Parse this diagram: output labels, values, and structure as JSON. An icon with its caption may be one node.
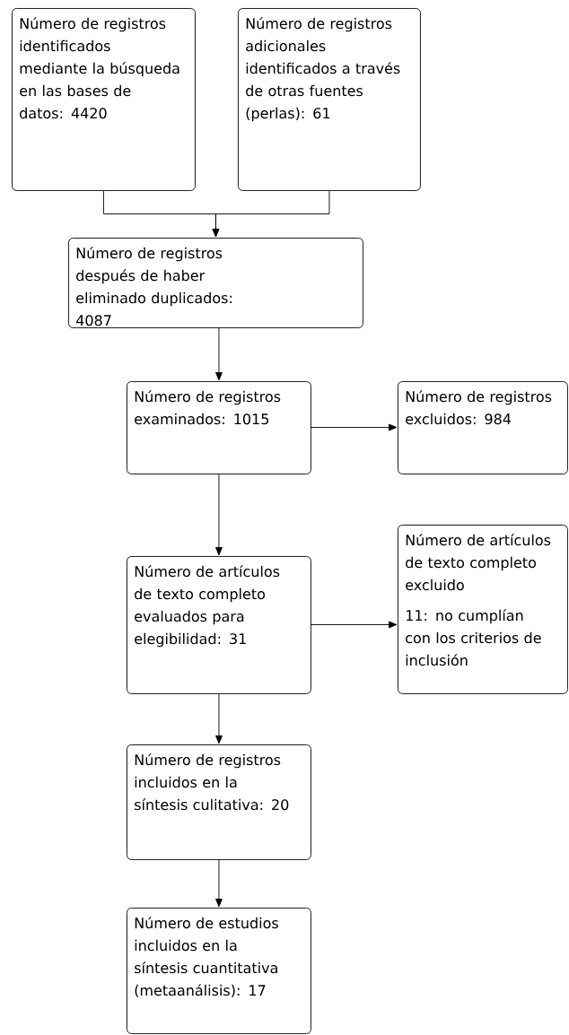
{
  "diagram": {
    "nodes": [
      {
        "text": [
          "Número de registros identificados mediante la búsqueda en las bases de datos: 4420"
        ]
      },
      {
        "text": [
          "Número de registros adicionales identificados a través de otras fuentes (perlas): 61"
        ]
      },
      {
        "text": [
          "Número de registros después de haber eliminado duplicados: 4087"
        ]
      },
      {
        "text": [
          "Número de registros examinados: 1015"
        ]
      },
      {
        "text": [
          "Número de registros excluidos: 984"
        ]
      },
      {
        "text": [
          "Número de artículos de texto completo evaluados para elegibilidad: 31"
        ]
      },
      {
        "text": [
          "Número de artículos de texto completo excluido",
          "11: no cumplían con los criterios de inclusión"
        ]
      },
      {
        "text": [
          "Número de registros incluidos en la síntesis culitativa: 20"
        ]
      },
      {
        "text": [
          "Número de estudios incluidos en la síntesis cuantitativa (metaanálisis): 17"
        ]
      }
    ],
    "edges": [
      {
        "from": 0,
        "to": 2,
        "arrow": "to"
      },
      {
        "from": 1,
        "to": 2,
        "arrow": "to"
      },
      {
        "from": 2,
        "to": 3,
        "arrow": "to"
      },
      {
        "from": 3,
        "to": 4,
        "arrow": "to"
      },
      {
        "from": 3,
        "to": 5,
        "arrow": "to"
      },
      {
        "from": 5,
        "to": 6,
        "arrow": "to"
      },
      {
        "from": 5,
        "to": 7,
        "arrow": "to"
      },
      {
        "from": 7,
        "to": 8,
        "arrow": "to"
      }
    ]
  }
}
